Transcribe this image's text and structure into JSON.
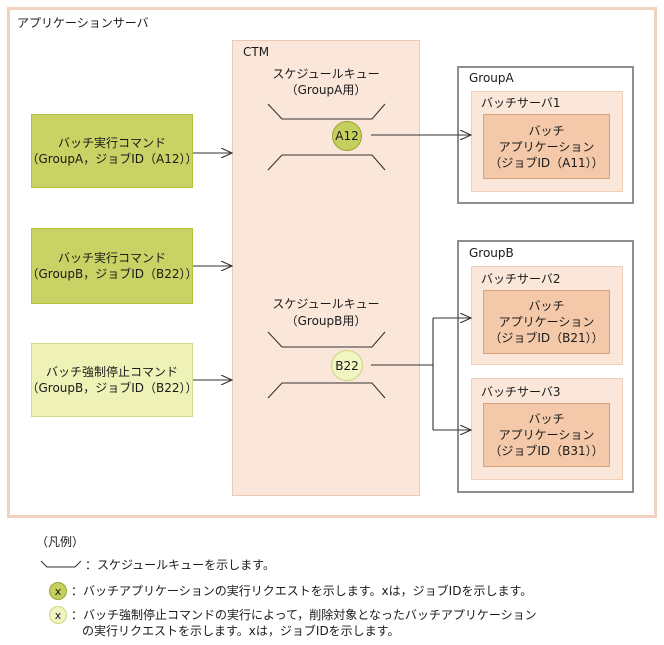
{
  "app_server": {
    "label": "アプリケーションサーバ"
  },
  "ctm": {
    "label": "CTM",
    "queue_a": {
      "title": "スケジュールキュー",
      "sub": "（GroupA用）",
      "badge": "A12"
    },
    "queue_b": {
      "title": "スケジュールキュー",
      "sub": "（GroupB用）",
      "badge": "B22"
    }
  },
  "commands": [
    {
      "line1": "バッチ実行コマンド",
      "line2": "（GroupA，ジョブID（A12））"
    },
    {
      "line1": "バッチ実行コマンド",
      "line2": "（GroupB，ジョブID（B22））"
    },
    {
      "line1": "バッチ強制停止コマンド",
      "line2": "（GroupB，ジョブID（B22））"
    }
  ],
  "groups": {
    "a": {
      "label": "GroupA",
      "servers": [
        {
          "label": "バッチサーバ1",
          "app": [
            "バッチ",
            "アプリケーション",
            "（ジョブID（A11））"
          ]
        }
      ]
    },
    "b": {
      "label": "GroupB",
      "servers": [
        {
          "label": "バッチサーバ2",
          "app": [
            "バッチ",
            "アプリケーション",
            "（ジョブID（B21））"
          ]
        },
        {
          "label": "バッチサーバ3",
          "app": [
            "バッチ",
            "アプリケーション",
            "（ジョブID（B31））"
          ]
        }
      ]
    }
  },
  "legend": {
    "title": "（凡例）",
    "items": [
      {
        "symbol": "",
        "text": "：スケジュールキューを示します。"
      },
      {
        "symbol": "x",
        "text": "：バッチアプリケーションの実行リクエストを示します。xは，ジョブIDを示します。"
      },
      {
        "symbol": "x",
        "text": "：バッチ強制停止コマンドの実行によって，削除対象となったバッチアプリケーション",
        "text2": "の実行リクエストを示します。xは，ジョブIDを示します。"
      }
    ]
  },
  "colors": {
    "frame": "#f2d2bd",
    "ctm": "#fbe7d9",
    "command": "#c9d264",
    "command_light": "#eef2b6",
    "server": "#fbe7d9",
    "app": "#f3c9a9",
    "group_border": "#8f8f8f"
  }
}
